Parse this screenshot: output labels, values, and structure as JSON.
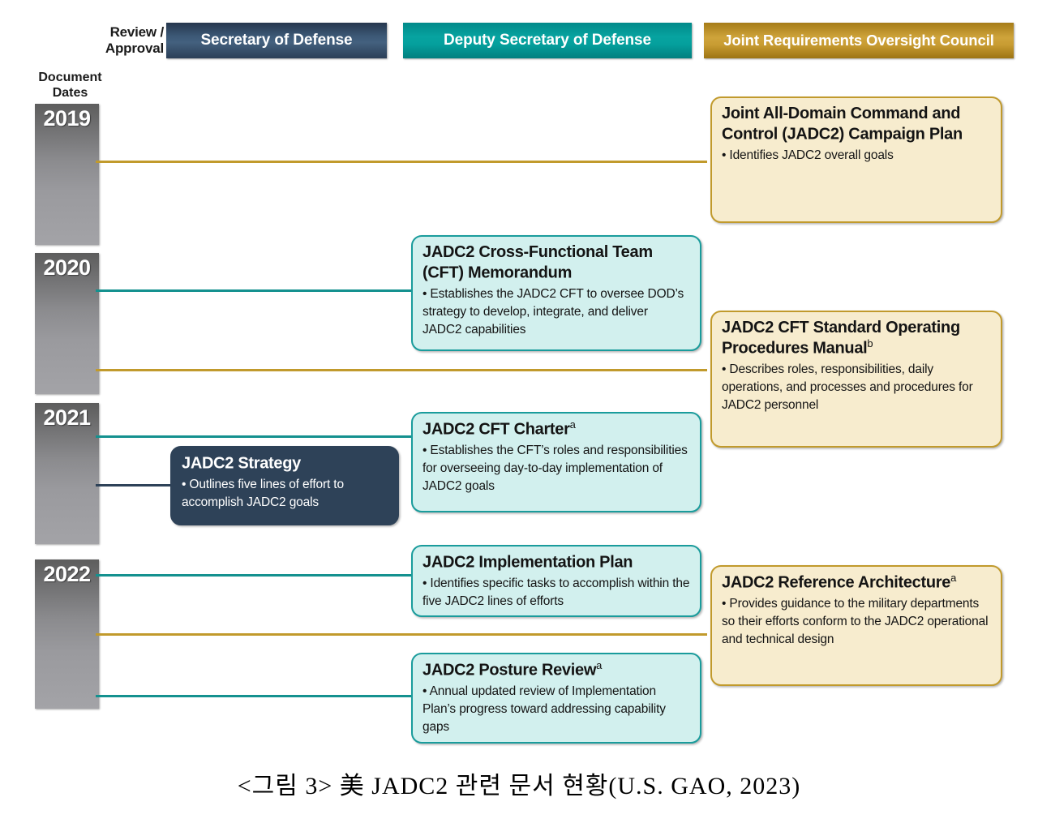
{
  "header": {
    "review_label_line1": "Review /",
    "review_label_line2": "Approval",
    "columns": [
      {
        "id": "sod",
        "label": "Secretary of Defense",
        "color": "#3c5876"
      },
      {
        "id": "dsd",
        "label": "Deputy Secretary of Defense",
        "color": "#07a3a0"
      },
      {
        "id": "jroc",
        "label": "Joint Requirements Oversight Council",
        "color": "#cfa43b"
      }
    ]
  },
  "dates_axis": {
    "label_line1": "Document",
    "label_line2": "Dates",
    "years": [
      {
        "year": "2019"
      },
      {
        "year": "2020"
      },
      {
        "year": "2021"
      },
      {
        "year": "2022"
      }
    ]
  },
  "cards": [
    {
      "id": "campaign-plan",
      "owner": "jroc",
      "year": "2019",
      "style": "gold",
      "title": "Joint All-Domain Command and Control (JADC2) Campaign Plan",
      "superscript": "",
      "bullet": "• Identifies JADC2 overall goals"
    },
    {
      "id": "cft-memorandum",
      "owner": "dsd",
      "year": "2020",
      "style": "teal",
      "title": "JADC2 Cross-Functional Team (CFT) Memorandum",
      "superscript": "",
      "bullet": "• Establishes the JADC2 CFT to oversee DOD’s strategy to develop, integrate, and deliver JADC2 capabilities"
    },
    {
      "id": "sop-manual",
      "owner": "jroc",
      "year": "2020",
      "style": "gold",
      "title": "JADC2 CFT Standard Operating Procedures Manual",
      "superscript": "b",
      "bullet": "• Describes roles, responsibilities, daily operations, and processes and procedures for JADC2 personnel"
    },
    {
      "id": "cft-charter",
      "owner": "dsd",
      "year": "2021",
      "style": "teal",
      "title": "JADC2 CFT Charter",
      "superscript": "a",
      "bullet": "• Establishes the CFT’s roles and responsibilities for overseeing day-to-day implementation of JADC2 goals"
    },
    {
      "id": "jadc2-strategy",
      "owner": "sod",
      "year": "2021",
      "style": "navy",
      "title": "JADC2 Strategy",
      "superscript": "",
      "bullet": "• Outlines five lines of effort to accomplish JADC2 goals"
    },
    {
      "id": "implementation-plan",
      "owner": "dsd",
      "year": "2022",
      "style": "teal",
      "title": "JADC2 Implementation Plan",
      "superscript": "",
      "bullet": "• Identifies specific tasks to accomplish within the five JADC2 lines of efforts"
    },
    {
      "id": "reference-architecture",
      "owner": "jroc",
      "year": "2022",
      "style": "gold",
      "title": "JADC2 Reference Architecture",
      "superscript": "a",
      "bullet": "• Provides guidance to the military departments so their efforts conform to the JADC2 operational and technical design"
    },
    {
      "id": "posture-review",
      "owner": "dsd",
      "year": "2022",
      "style": "teal",
      "title": "JADC2 Posture Review",
      "superscript": "a",
      "bullet": "• Annual updated review of Implementation Plan’s progress toward addressing capability gaps"
    }
  ],
  "colors": {
    "gold_line": "#c19a2c",
    "teal_line": "#14918f",
    "navy_line": "#2e4258",
    "gold_fill": "#f7ecce",
    "teal_fill": "#d2f0ee",
    "navy_fill": "#2e4258"
  },
  "caption": "<그림 3> 美 JADC2 관련 문서 현황(U.S. GAO, 2023)"
}
